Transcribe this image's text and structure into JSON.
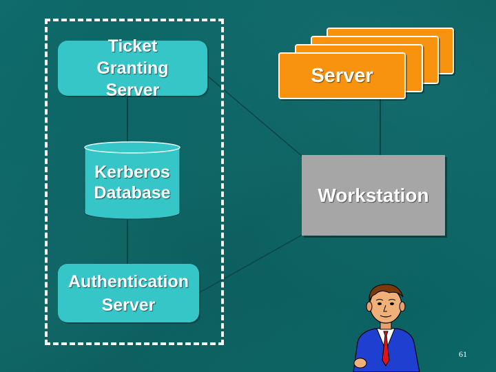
{
  "diagram": {
    "nodes": {
      "ticket_granting_server": "Ticket Granting Server",
      "kerberos_database": "Kerberos Database",
      "authentication_server": "Authentication Server",
      "server": "Server",
      "workstation": "Workstation"
    },
    "icons": {
      "database": "database-cylinder-icon",
      "user": "user-figure-icon"
    },
    "colors": {
      "background": "#0c6464",
      "kdc_nodes": "#36c6c8",
      "server": "#f7930f",
      "workstation": "#a6a6a6",
      "boundary": "#ffffff"
    }
  },
  "slide": {
    "page_number": "61"
  }
}
